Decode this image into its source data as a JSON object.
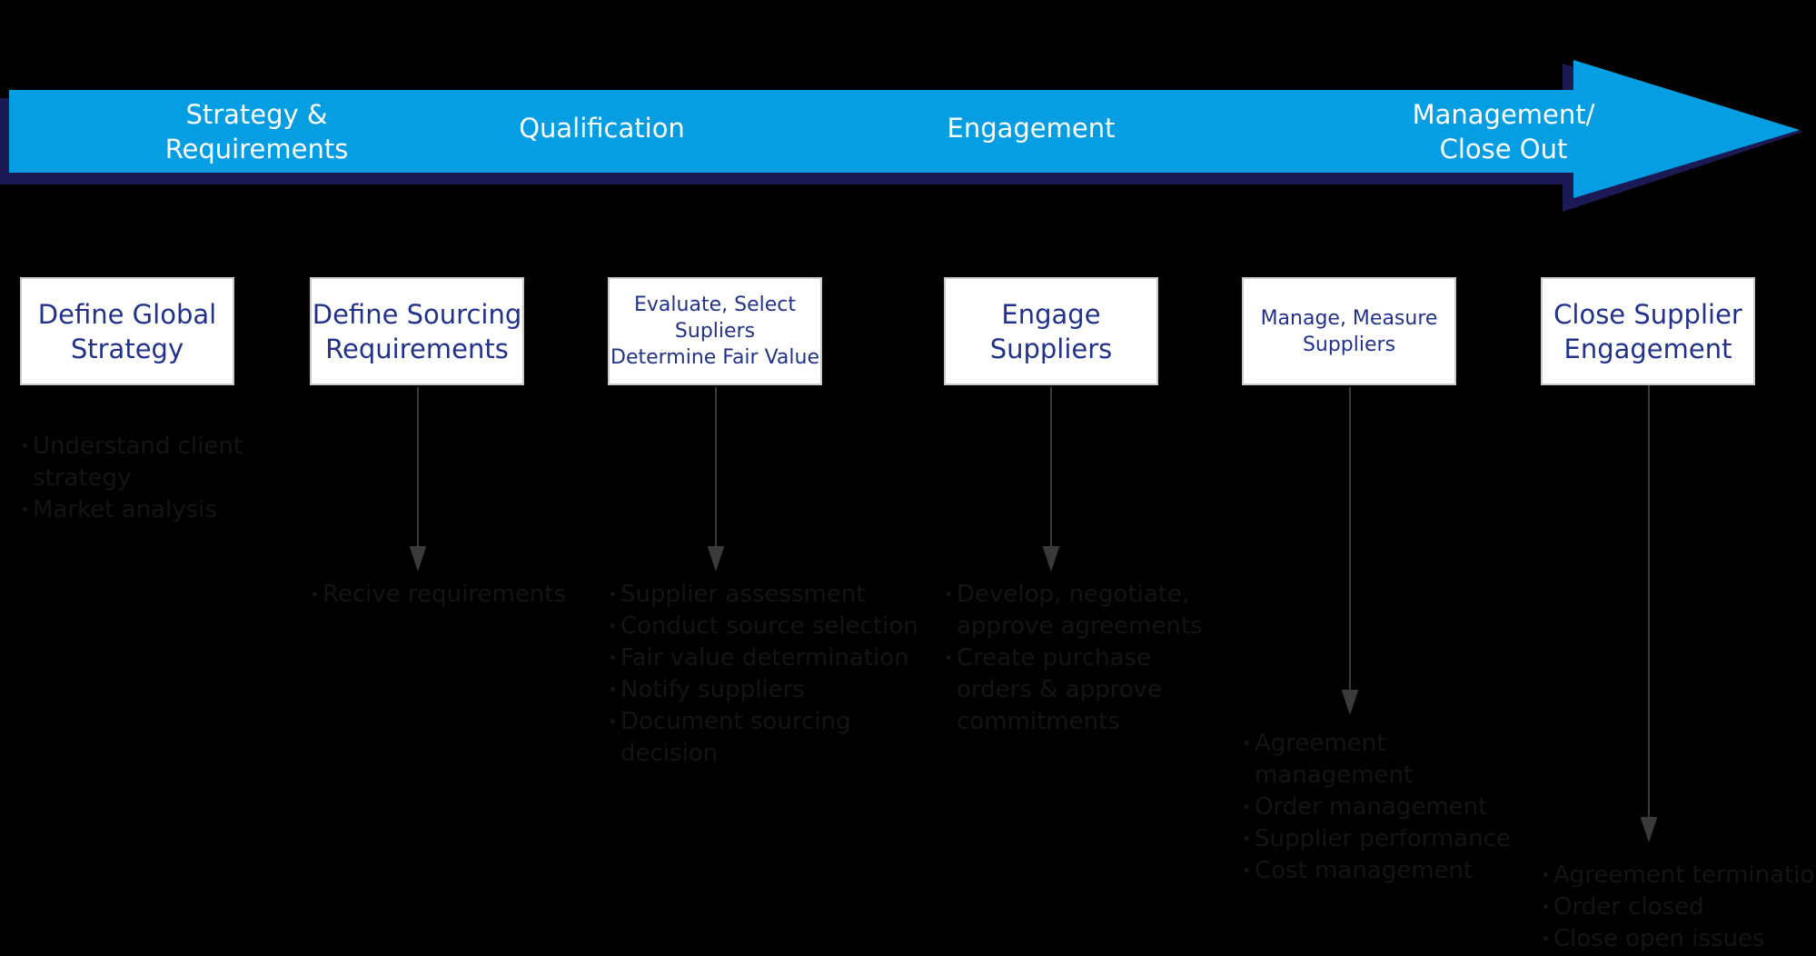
{
  "colors": {
    "background": "#000000",
    "arrow_fill": "#069ee3",
    "arrow_shadow": "#1b1a55",
    "box_fill": "#ffffff",
    "box_text": "#22328a",
    "connector": "#3a3a3a",
    "bullet_text": "#141414"
  },
  "phases": [
    {
      "label": "Strategy &\nRequirements"
    },
    {
      "label": "Qualification"
    },
    {
      "label": "Engagement"
    },
    {
      "label": "Management/\nClose Out"
    }
  ],
  "steps": [
    {
      "title": "Define Global\nStrategy",
      "bullets": [
        "Understand client\nstrategy",
        "Market analysis"
      ]
    },
    {
      "title": "Define Sourcing\nRequirements",
      "bullets": [
        "Recive requirements"
      ]
    },
    {
      "title": "Evaluate, Select\nSupliers\nDetermine Fair Value",
      "bullets": [
        "Supplier assessment",
        "Conduct source selection",
        "Fair value determination",
        "Notify suppliers",
        "Document sourcing\ndecision"
      ]
    },
    {
      "title": "Engage\nSuppliers",
      "bullets": [
        "Develop, negotiate,\napprove agreements",
        "Create purchase\norders & approve\ncommitments"
      ]
    },
    {
      "title": "Manage, Measure\nSuppliers",
      "bullets": [
        "Agreement\nmanagement",
        "Order management",
        "Supplier performance",
        "Cost management"
      ]
    },
    {
      "title": "Close Supplier\nEngagement",
      "bullets": [
        "Agreement termination",
        "Order closed",
        "Close open issues"
      ]
    }
  ]
}
